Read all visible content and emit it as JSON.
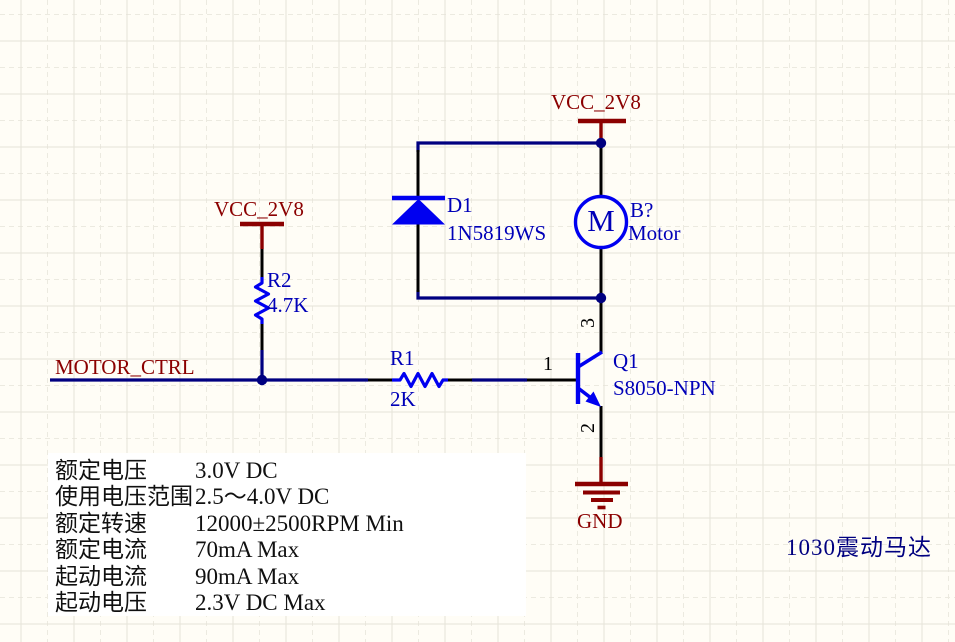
{
  "title": "1030 vibration motor driver schematic",
  "colors": {
    "background": "#FFFDF6",
    "grid_major": "#E6E3D8",
    "grid_minor": "#ECEAE0",
    "wire": "#000080",
    "pin": "#000000",
    "component": "#0000F0",
    "component_text": "#0000B8",
    "power": "#8B0000",
    "spec_text": "#101010",
    "caption_text": "#000080",
    "spec_box_bg": "#FFFFFF"
  },
  "power_ports": {
    "vcc_top": {
      "label": "VCC_2V8"
    },
    "vcc_left": {
      "label": "VCC_2V8"
    },
    "gnd": {
      "label": "GND"
    }
  },
  "net_labels": {
    "motor_ctrl": "MOTOR_CTRL"
  },
  "components": {
    "d1": {
      "designator": "D1",
      "comment": "1N5819WS"
    },
    "r1": {
      "designator": "R1",
      "value": "2K"
    },
    "r2": {
      "designator": "R2",
      "value": "4.7K"
    },
    "q1": {
      "designator": "Q1",
      "comment": "S8050-NPN",
      "pin_base": "1",
      "pin_collector": "3",
      "pin_emitter": "2"
    },
    "motor": {
      "designator": "B?",
      "comment": "Motor",
      "symbol_letter": "M"
    }
  },
  "spec_table": {
    "rows": [
      {
        "label": "额定电压",
        "value": "3.0V DC"
      },
      {
        "label": "使用电压范围",
        "value": "2.5～4.0V DC"
      },
      {
        "label": "额定转速",
        "value": "12000±2500RPM Min"
      },
      {
        "label": "额定电流",
        "value": "70mA Max"
      },
      {
        "label": "起动电流",
        "value": "90mA Max"
      },
      {
        "label": "起动电压",
        "value": "2.3V DC Max"
      }
    ]
  },
  "caption": "1030震动马达"
}
